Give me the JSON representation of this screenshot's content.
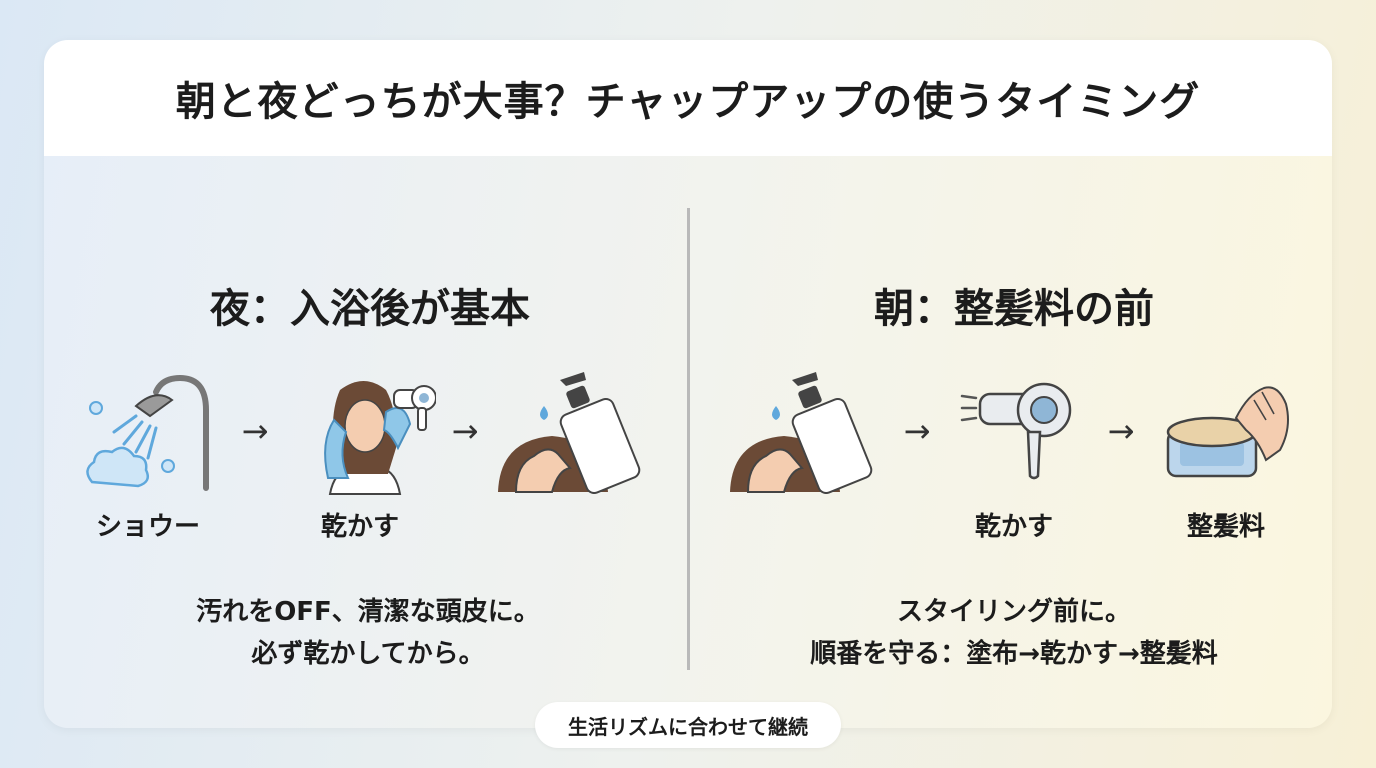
{
  "title": "朝と夜どっちが大事？チャップアップの使うタイミング",
  "night": {
    "heading": "夜：入浴後が基本",
    "steps": [
      {
        "label": "ショウー",
        "icon": "shower-icon"
      },
      {
        "label": "乾かす",
        "icon": "towel-dry-icon"
      },
      {
        "label": "",
        "icon": "apply-tonic-icon"
      }
    ],
    "arrow": "→",
    "desc": [
      "汚れをOFF、清潔な頭皮に。",
      "必ず乾かしてから。"
    ]
  },
  "morning": {
    "heading": "朝：整髪料の前",
    "steps": [
      {
        "label": "",
        "icon": "apply-tonic-icon"
      },
      {
        "label": "乾かす",
        "icon": "hair-dryer-icon"
      },
      {
        "label": "整髪料",
        "icon": "styling-wax-icon"
      }
    ],
    "arrow": "→",
    "desc": [
      "スタイリング前に。",
      "順番を守る：塗布→乾かす→整髪料"
    ]
  },
  "footer": "生活リズムに合わせて継続",
  "colors": {
    "moon": "#f4c84d",
    "sun": "#f6bf3c",
    "skin": "#f4cdb0",
    "hair": "#6b4a36"
  }
}
